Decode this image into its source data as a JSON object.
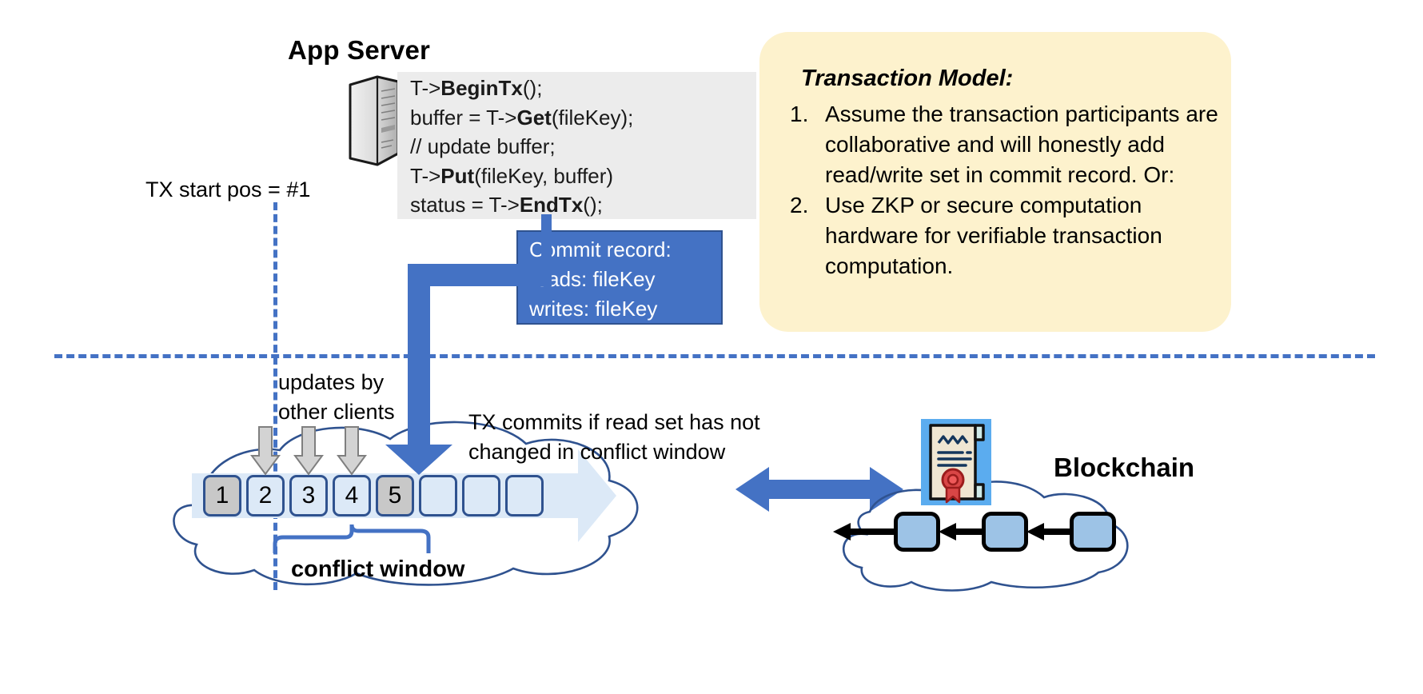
{
  "app_server": {
    "title": "App Server",
    "icon": "server-tower-icon",
    "code_lines": [
      {
        "plain_a": "T->",
        "bold": "BeginTx",
        "plain_b": "();"
      },
      {
        "plain_a": "buffer = T->",
        "bold": "Get",
        "plain_b": "(fileKey);"
      },
      {
        "plain_a": "// update buffer;",
        "bold": "",
        "plain_b": ""
      },
      {
        "plain_a": "T->",
        "bold": "Put",
        "plain_b": "(fileKey, buffer)"
      },
      {
        "plain_a": "status = T->",
        "bold": "EndTx",
        "plain_b": "();"
      }
    ]
  },
  "tx_start": {
    "label": "TX start pos = #1"
  },
  "commit_record": {
    "lines": [
      "Commit record:",
      "reads: fileKey",
      "writes: fileKey"
    ],
    "bg_color": "#4472C4",
    "text_color": "#FFFFFF"
  },
  "transaction_model": {
    "title": "Transaction Model:",
    "bg_color": "#FDF2CD",
    "items": [
      {
        "num": "1.",
        "text": "Assume the transaction participants are collaborative and will honestly add read/write set in commit record.  Or:"
      },
      {
        "num": "2.",
        "text": "Use ZKP or secure computation hardware for verifiable transaction computation."
      }
    ]
  },
  "ledger": {
    "updates_label": "updates by\nother clients",
    "updates_label_line1": "updates by",
    "updates_label_line2": "other clients",
    "commits_label_line1": "TX commits if read set has not",
    "commits_label_line2": "changed in conflict window",
    "conflict_window_label": "conflict window",
    "boxes": [
      {
        "label": "1",
        "state": "filled"
      },
      {
        "label": "2",
        "state": "empty"
      },
      {
        "label": "3",
        "state": "empty"
      },
      {
        "label": "4",
        "state": "empty"
      },
      {
        "label": "5",
        "state": "filled"
      },
      {
        "label": "",
        "state": "empty"
      },
      {
        "label": "",
        "state": "empty"
      },
      {
        "label": "",
        "state": "empty"
      }
    ],
    "accent_color": "#4472C4",
    "box_fill_color": "#DCE9F7",
    "box_filled_color": "#C8C8C8"
  },
  "blockchain": {
    "label": "Blockchain",
    "icon": "certificate-icon",
    "block_count": 3,
    "block_color": "#9DC3E6"
  }
}
